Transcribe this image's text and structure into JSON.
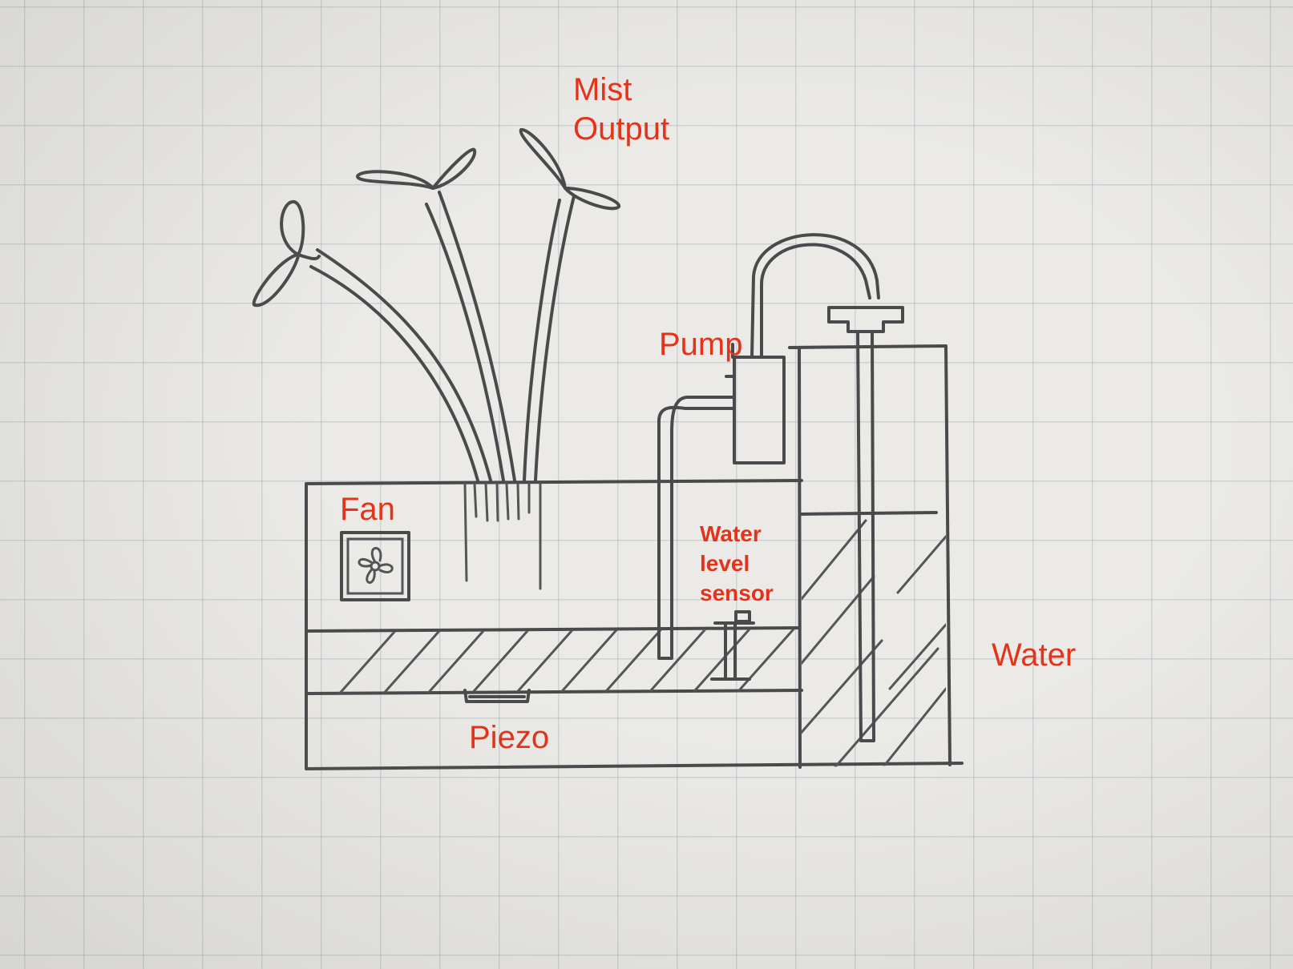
{
  "labels": {
    "mist_line1": "Mist",
    "mist_line2": "Output",
    "pump": "Pump",
    "fan": "Fan",
    "water_level_line1": "Water",
    "water_level_line2": "level",
    "water_level_line3": "sensor",
    "water": "Water",
    "piezo": "Piezo"
  },
  "colors": {
    "label": "#e4331b",
    "ink": "#4a4a4c",
    "paper": "#ebeae7"
  }
}
